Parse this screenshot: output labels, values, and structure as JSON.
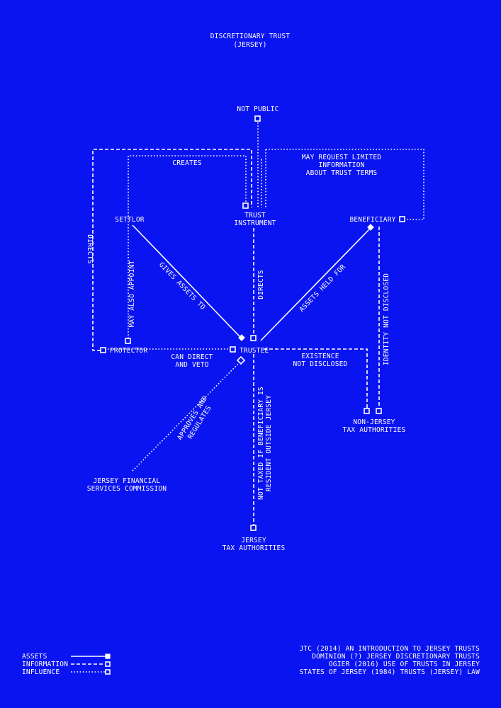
{
  "title": {
    "line1": "DISCRETIONARY TRUST",
    "line2": "(JERSEY)"
  },
  "nodes": {
    "not_public": "NOT PUBLIC",
    "trust_instrument": [
      "TRUST",
      "INSTRUMENT"
    ],
    "settlor": "SETTLOR",
    "beneficiary": "BENEFICIARY",
    "protector": "PROTECTOR",
    "trustee": "TRUSTEE",
    "non_jersey_tax": [
      "NON-JERSEY",
      "TAX AUTHORITIES"
    ],
    "jfsc": [
      "JERSEY FINANCIAL",
      "SERVICES COMMISSION"
    ],
    "jersey_tax": [
      "JERSEY",
      "TAX AUTHORITIES"
    ]
  },
  "edge_labels": {
    "creates": "CREATES",
    "may_request": [
      "MAY REQUEST LIMITED",
      "INFORMATION",
      "ABOUT TRUST TERMS"
    ],
    "directs_left": "DIRECTS",
    "may_also_appoint": "MAY ALSO APPOINT",
    "gives_assets_to": "GIVES ASSETS TO",
    "directs_center": "DIRECTS",
    "assets_held_for": "ASSETS HELD FOR",
    "identity_not_disclosed": "IDENTITY NOT DISCLOSED",
    "can_direct_veto": [
      "CAN DIRECT",
      "AND VETO"
    ],
    "existence_not_disclosed": [
      "EXISTENCE",
      "NOT DISCLOSED"
    ],
    "approves_regulates": [
      "APPROVES AND",
      "REGULATES"
    ],
    "not_taxed": [
      "NOT TAXED IF BENEFICIARY IS",
      "RESIDENT OUTSIDE JERSEY"
    ]
  },
  "legend": {
    "assets": "ASSETS",
    "information": "INFORMATION",
    "influence": "INFLUENCE"
  },
  "references": [
    "JTC (2014) AN INTRODUCTION TO JERSEY TRUSTS",
    "DOMINION (?) JERSEY DISCRETIONARY TRUSTS",
    "OGIER (2016) USE OF TRUSTS IN JERSEY",
    "STATES OF JERSEY (1984) TRUSTS (JERSEY) LAW"
  ],
  "colors": {
    "background": "#0a14f0",
    "foreground": "#ffffff"
  }
}
